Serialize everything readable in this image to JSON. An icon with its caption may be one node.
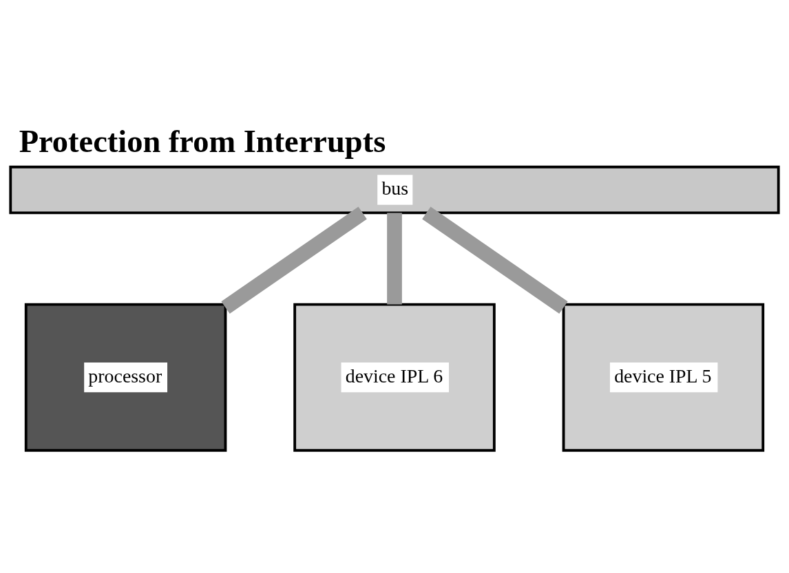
{
  "diagram": {
    "title": "Protection from Interrupts",
    "nodes": [
      {
        "text": [
          "bus"
        ]
      },
      {
        "text": [
          "processor"
        ]
      },
      {
        "text": [
          "device IPL 6"
        ]
      },
      {
        "text": [
          "device IPL 5"
        ]
      }
    ],
    "edges": [
      {
        "from": 0,
        "to": 1,
        "arrow": "none"
      },
      {
        "from": 0,
        "to": 2,
        "arrow": "none"
      },
      {
        "from": 0,
        "to": 3,
        "arrow": "none"
      }
    ]
  }
}
